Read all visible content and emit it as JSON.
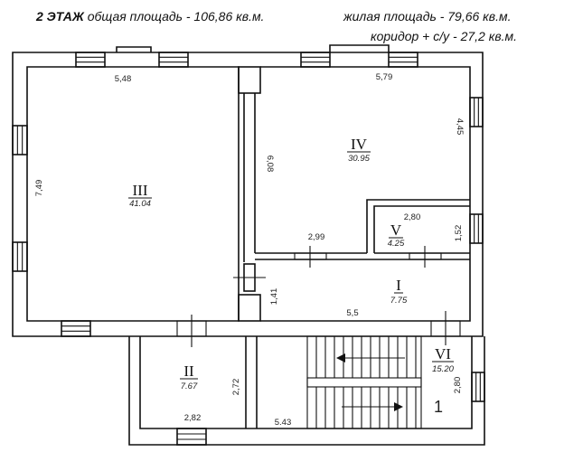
{
  "header": {
    "floor_label": "2 ЭТАЖ",
    "total_area": "общая площадь - 106,86 кв.м.",
    "living_area": "жилая площадь - 79,66 кв.м.",
    "corridor_area": "коридор + с/у - 27,2 кв.м."
  },
  "rooms": [
    {
      "id": "III",
      "numeral": "III",
      "area": "41.04",
      "dims": [
        "5,48",
        "7,49"
      ]
    },
    {
      "id": "IV",
      "numeral": "IV",
      "area": "30.95",
      "dims": [
        "5,79",
        "4,45",
        "6,08"
      ]
    },
    {
      "id": "V",
      "numeral": "V",
      "area": "4.25",
      "dims": [
        "2,80",
        "1,52"
      ]
    },
    {
      "id": "I",
      "numeral": "I",
      "area": "7.75",
      "dims": [
        "2,99",
        "1,41",
        "5,5"
      ]
    },
    {
      "id": "II",
      "numeral": "II",
      "area": "7.67",
      "dims": [
        "2,72",
        "2,82"
      ]
    },
    {
      "id": "VI",
      "numeral": "VI",
      "area": "15.20",
      "dims": [
        "2,80",
        "5.43"
      ]
    }
  ],
  "stair_label": "1"
}
